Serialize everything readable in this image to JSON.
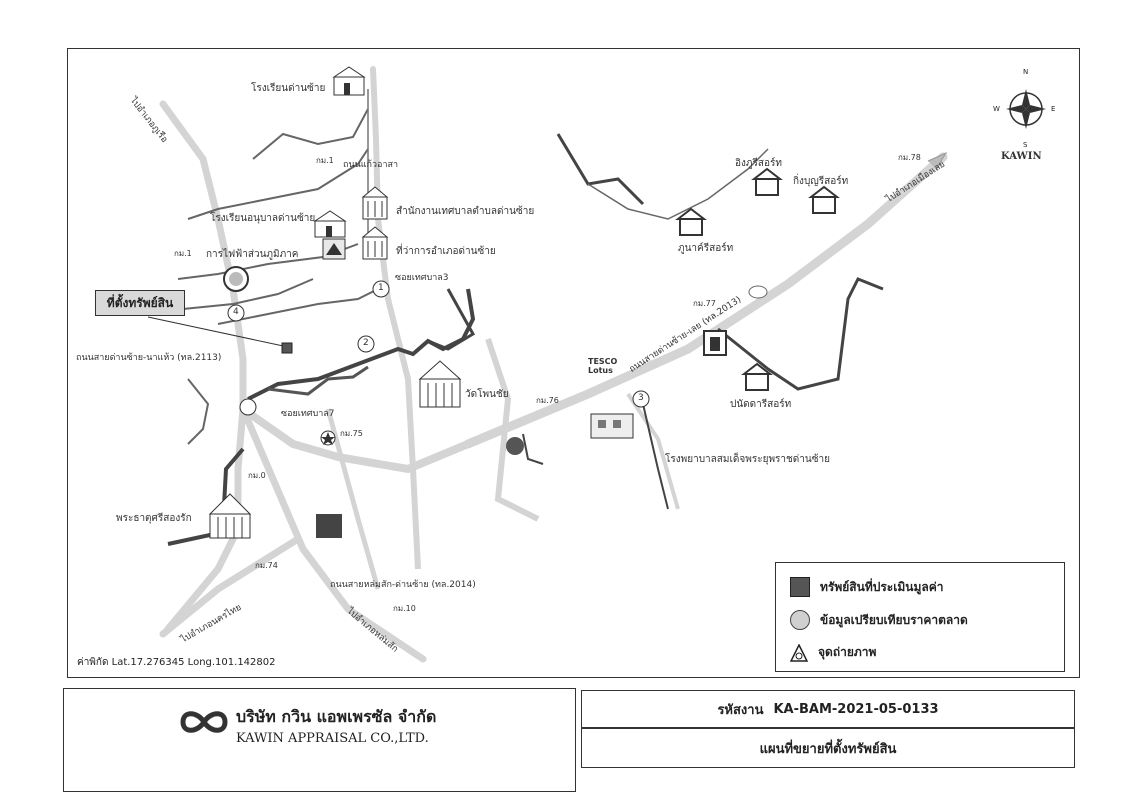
{
  "map": {
    "property_label": "ที่ตั้งทรัพย์สิน",
    "coordinates": "ค่าพิกัด Lat.17.276345  Long.101.142802",
    "places": {
      "school_dansai": "โรงเรียนด่านซ้าย",
      "kindergarten": "โรงเรียนอนุบาลด่านซ้าย",
      "municipality_office": "สำนักงานเทศบาลตำบลด่านซ้าย",
      "district_office": "ที่ว่าการอำเภอด่านซ้าย",
      "electricity": "การไฟฟ้าส่วนภูมิภาค",
      "wat_phon_chai": "วัดโพนชัย",
      "phra_that": "พระธาตุศรีสองรัก",
      "hospital": "โรงพยาบาลสมเด็จพระยุพราชด่านซ้าย",
      "resort_ing": "อิงภูรีสอร์ท",
      "resort_kingboon": "กิ่งบุญรีสอร์ท",
      "resort_phunak": "ภูนาค์รีสอร์ท",
      "resort_panat": "ปนัดดารีสอร์ท",
      "tesco": "TESCO\nLotus"
    },
    "roads": {
      "to_phu_ruea": "ไปอำเภอภูเรือ",
      "kaew_asa": "ถนนแก้วอาสา",
      "soi_tesaban3": "ซอยเทศบาล3",
      "soi_tesaban7": "ซอยเทศบาล7",
      "road_dansai_nahaeo": "ถนนสายด่านซ้าย-นาแห้ว (ทล.2113)",
      "road_dansai_loei": "ถนนสายด่านซ้าย-เลย (ทล.2013)",
      "road_lomsak": "ถนนสายหล่มสัก-ด่านซ้าย (ทล.2014)",
      "to_loei": "ไปอำเภอเมืองเลย",
      "to_nakhon_thai": "ไปอำเภอนครไทย",
      "to_lomsak": "ไปอำเภอหล่มสัก"
    },
    "km_markers": [
      "กม.1",
      "กม.1",
      "กม.78",
      "กม.77",
      "กม.76",
      "กม.75",
      "กม.0",
      "กม.74",
      "กม.10"
    ],
    "photo_points": [
      "1",
      "2",
      "3",
      "4"
    ],
    "compass": {
      "n": "N",
      "s": "S",
      "e": "E",
      "w": "W",
      "brand": "KAWIN"
    }
  },
  "legend": {
    "items": [
      {
        "label": "ทรัพย์สินที่ประเมินมูลค่า",
        "color": "#555555"
      },
      {
        "label": "ข้อมูลเปรียบเทียบราคาตลาด",
        "color": "#d0d0d0"
      },
      {
        "label": "จุดถ่ายภาพ",
        "color": "#ffffff"
      }
    ]
  },
  "footer": {
    "company_th": "บริษัท กวิน แอพเพรซัล จำกัด",
    "company_en": "KAWIN APPRAISAL CO.,LTD.",
    "code_label": "รหัสงาน",
    "code_value": "KA-BAM-2021-05-0133",
    "doc_title": "แผนที่ขยายที่ตั้งทรัพย์สิน"
  }
}
